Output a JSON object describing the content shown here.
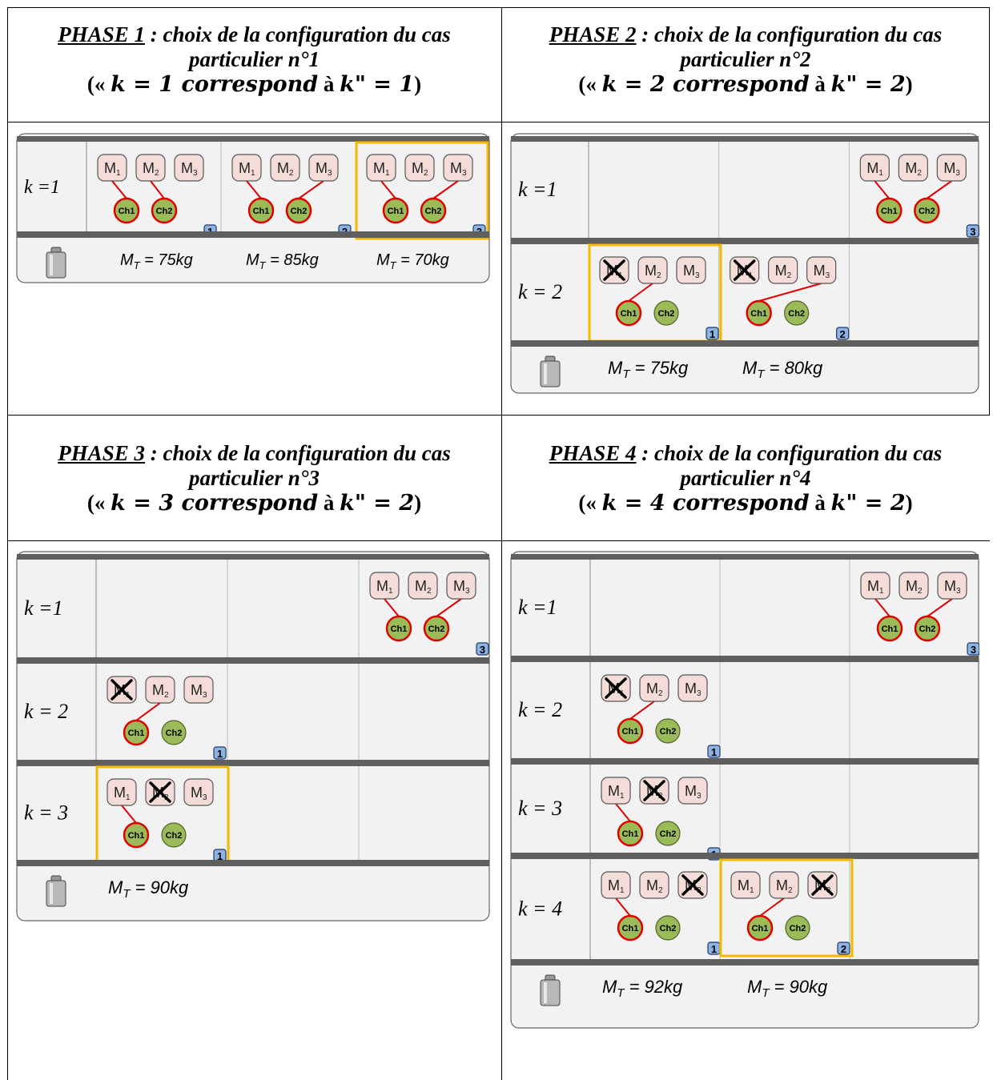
{
  "phases": [
    {
      "title": "PHASE 1",
      "line1": " : choix de la configuration du cas",
      "line2": "particulier n°1",
      "k_left": "k = 1 correspond",
      "k_right": "k\" = 1",
      "rows": [
        {
          "label": "k =1",
          "cells": [
            {
              "index": "1",
              "links": [
                [
                  0,
                  0
                ],
                [
                  1,
                  1
                ]
              ],
              "crossed": [],
              "ch_red": [
                true,
                true
              ],
              "selected": false
            },
            {
              "index": "2",
              "links": [
                [
                  0,
                  0
                ],
                [
                  2,
                  1
                ]
              ],
              "crossed": [],
              "ch_red": [
                true,
                true
              ],
              "selected": false
            },
            {
              "index": "3",
              "links": [
                [
                  0,
                  0
                ],
                [
                  2,
                  1
                ]
              ],
              "crossed": [],
              "ch_red": [
                true,
                true
              ],
              "selected": true
            }
          ]
        }
      ],
      "masses": [
        "M_T = 75kg",
        "M_T = 85kg",
        "M_T = 70kg"
      ]
    },
    {
      "title": "PHASE 2",
      "line1": " : choix de la configuration du cas",
      "line2": "particulier n°2",
      "k_left": "k = 2 correspond",
      "k_right": "k\" = 2",
      "rows": [
        {
          "label": "k =1",
          "cells": [
            null,
            null,
            {
              "index": "3",
              "links": [
                [
                  0,
                  0
                ],
                [
                  2,
                  1
                ]
              ],
              "crossed": [],
              "ch_red": [
                true,
                true
              ],
              "selected": false
            }
          ]
        },
        {
          "label": "k = 2",
          "cells": [
            {
              "index": "1",
              "links": [
                [
                  1,
                  0
                ]
              ],
              "crossed": [
                0
              ],
              "ch_red": [
                true,
                false
              ],
              "selected": true
            },
            {
              "index": "2",
              "links": [
                [
                  2,
                  0
                ]
              ],
              "crossed": [
                0
              ],
              "ch_red": [
                true,
                false
              ],
              "selected": false
            },
            null
          ]
        }
      ],
      "masses": [
        "M_T = 75kg",
        "M_T = 80kg"
      ]
    },
    {
      "title": "PHASE 3",
      "line1": " : choix de la configuration du cas",
      "line2": "particulier n°3",
      "k_left": "k = 3 correspond",
      "k_right": "k\" = 2",
      "rows": [
        {
          "label": "k =1",
          "cells": [
            null,
            null,
            {
              "index": "3",
              "links": [
                [
                  0,
                  0
                ],
                [
                  2,
                  1
                ]
              ],
              "crossed": [],
              "ch_red": [
                true,
                true
              ],
              "selected": false
            }
          ]
        },
        {
          "label": "k = 2",
          "cells": [
            {
              "index": "1",
              "links": [
                [
                  1,
                  0
                ]
              ],
              "crossed": [
                0
              ],
              "ch_red": [
                true,
                false
              ],
              "selected": false
            },
            null,
            null
          ]
        },
        {
          "label": "k = 3",
          "cells": [
            {
              "index": "1",
              "links": [
                [
                  0,
                  0
                ]
              ],
              "crossed": [
                1
              ],
              "ch_red": [
                true,
                false
              ],
              "selected": true
            },
            null,
            null
          ]
        }
      ],
      "masses": [
        "M_T = 90kg"
      ]
    },
    {
      "title": "PHASE 4",
      "line1": " : choix de la configuration du cas",
      "line2": "particulier n°4",
      "k_left": "k = 4 correspond",
      "k_right": "k\" = 2",
      "rows": [
        {
          "label": "k =1",
          "cells": [
            null,
            null,
            {
              "index": "3",
              "links": [
                [
                  0,
                  0
                ],
                [
                  2,
                  1
                ]
              ],
              "crossed": [],
              "ch_red": [
                true,
                true
              ],
              "selected": false
            }
          ]
        },
        {
          "label": "k = 2",
          "cells": [
            {
              "index": "1",
              "links": [
                [
                  1,
                  0
                ]
              ],
              "crossed": [
                0
              ],
              "ch_red": [
                true,
                false
              ],
              "selected": false
            },
            null,
            null
          ]
        },
        {
          "label": "k = 3",
          "cells": [
            {
              "index": "1",
              "links": [
                [
                  0,
                  0
                ]
              ],
              "crossed": [
                1
              ],
              "ch_red": [
                true,
                false
              ],
              "selected": false
            },
            null,
            null
          ]
        },
        {
          "label": "k = 4",
          "cells": [
            {
              "index": "1",
              "links": [
                [
                  0,
                  0
                ]
              ],
              "crossed": [
                2
              ],
              "ch_red": [
                true,
                false
              ],
              "selected": false
            },
            {
              "index": "2",
              "links": [
                [
                  1,
                  0
                ]
              ],
              "crossed": [
                2
              ],
              "ch_red": [
                true,
                false
              ],
              "selected": true
            },
            null
          ]
        }
      ],
      "masses": [
        "M_T = 92kg",
        "M_T = 90kg"
      ]
    }
  ],
  "machines": [
    "M1",
    "M2",
    "M3"
  ],
  "channels": [
    "Ch1",
    "Ch2"
  ],
  "colors": {
    "machine_fill": "#f4dcd9",
    "channel_fill": "#9bbb59",
    "link": "#e00000",
    "selected": "#f5b800",
    "badge": "#8db3e2",
    "divider": "#5f5f5f",
    "panel": "#f2f2f2"
  }
}
